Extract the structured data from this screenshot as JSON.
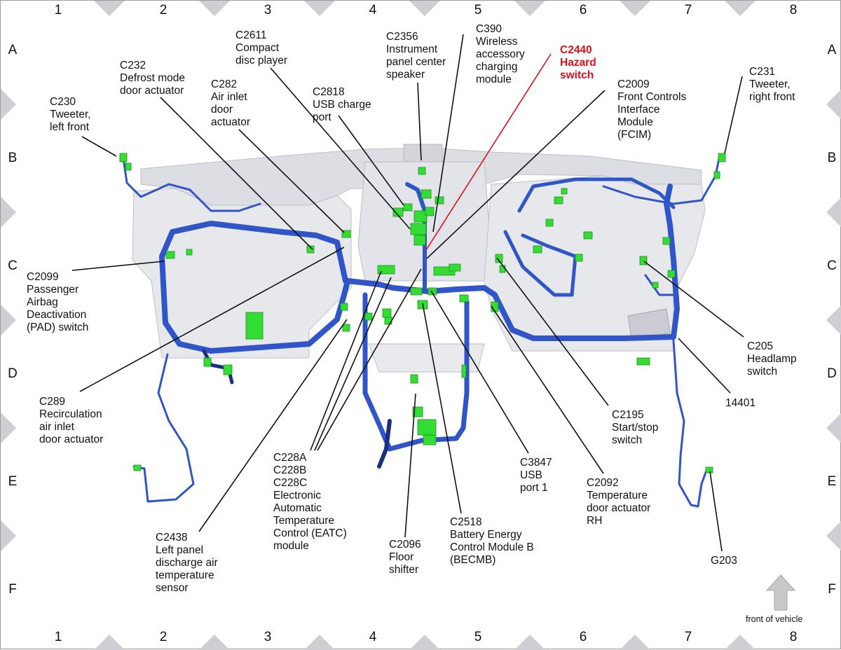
{
  "grid": {
    "columns": [
      "1",
      "2",
      "3",
      "4",
      "5",
      "6",
      "7",
      "8"
    ],
    "rows": [
      "A",
      "B",
      "C",
      "D",
      "E",
      "F"
    ]
  },
  "callouts": [
    {
      "id": "c230",
      "text": "C230\nTweeter,\nleft front"
    },
    {
      "id": "c232",
      "text": "C232\nDefrost mode\ndoor actuator"
    },
    {
      "id": "c2611",
      "text": "C2611\nCompact\ndisc player"
    },
    {
      "id": "c282",
      "text": "C282\nAir inlet\ndoor\nactuator"
    },
    {
      "id": "c2818",
      "text": "C2818\nUSB charge\nport"
    },
    {
      "id": "c2356",
      "text": "C2356\nInstrument\npanel center\nspeaker"
    },
    {
      "id": "c390",
      "text": "C390\nWireless\naccessory\ncharging\nmodule"
    },
    {
      "id": "c2440",
      "text": "C2440\nHazard\nswitch",
      "highlight": true
    },
    {
      "id": "c2009",
      "text": "C2009\nFront Controls\nInterface\nModule\n(FCIM)"
    },
    {
      "id": "c231",
      "text": "C231\nTweeter,\nright front"
    },
    {
      "id": "c2099",
      "text": "C2099\nPassenger\nAirbag\nDeactivation\n(PAD) switch"
    },
    {
      "id": "c289",
      "text": "C289\nRecirculation\nair inlet\ndoor actuator"
    },
    {
      "id": "c228",
      "text": "C228A\nC228B\nC228C\nElectronic\nAutomatic\nTemperature\nControl (EATC)\nmodule"
    },
    {
      "id": "c2438",
      "text": "C2438\nLeft panel\ndischarge air\ntemperature\nsensor"
    },
    {
      "id": "c2096",
      "text": "C2096\nFloor\nshifter"
    },
    {
      "id": "c2518",
      "text": "C2518\nBattery Energy\nControl Module B\n(BECMB)"
    },
    {
      "id": "c3847",
      "text": "C3847\nUSB\nport 1"
    },
    {
      "id": "c2092",
      "text": "C2092\nTemperature\ndoor actuator\nRH"
    },
    {
      "id": "c2195",
      "text": "C2195\nStart/stop\nswitch"
    },
    {
      "id": "c205",
      "text": "C205\nHeadlamp\nswitch"
    },
    {
      "id": "h14401",
      "text": "14401"
    },
    {
      "id": "g203",
      "text": "G203"
    }
  ],
  "orientation": {
    "front_caption": "front of vehicle"
  },
  "colors": {
    "harness": "#2f55c9",
    "harness_dark": "#1a2f7e",
    "connector": "#33dd33",
    "leader": "#111111",
    "highlight": "#e0101a",
    "panel": "#dcdde2",
    "tab": "#cfcfd3",
    "arrow": "#c8c8c8"
  }
}
